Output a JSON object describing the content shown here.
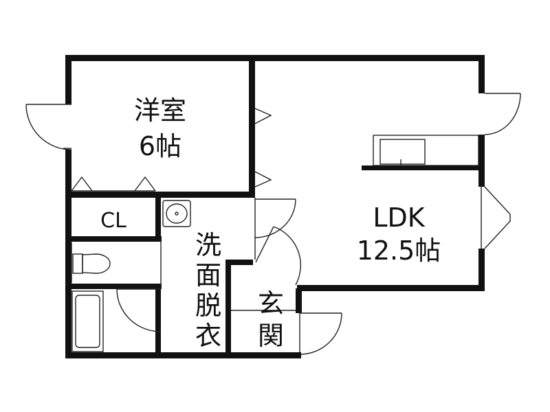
{
  "colors": {
    "wall": "#111111",
    "line": "#222222",
    "background": "#ffffff"
  },
  "rooms": {
    "western_room": {
      "name": "洋室",
      "size": "6帖"
    },
    "closet": {
      "name": "CL"
    },
    "ldk": {
      "name": "LDK",
      "size": "12.5帖"
    },
    "washroom": {
      "chars": [
        "洗",
        "面",
        "脱",
        "衣"
      ]
    },
    "entrance": {
      "chars": [
        "玄",
        "関"
      ]
    }
  },
  "icons": [
    "door-swing-icon",
    "window-icon",
    "sink-icon",
    "toilet-icon",
    "bathtub-icon",
    "kitchen-counter-icon",
    "opening-marker-icon"
  ]
}
